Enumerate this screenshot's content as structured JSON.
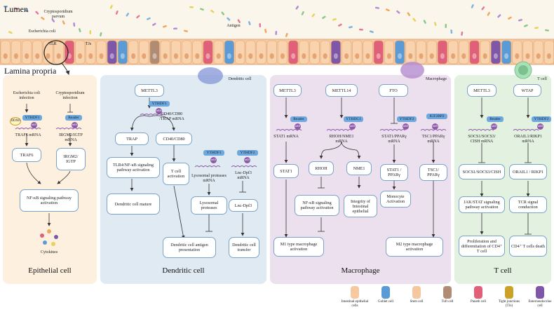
{
  "header": {
    "lumen": "Lumen",
    "lamina": "Lamina propria",
    "crypto": "Cryptosporidium parvum",
    "ecoli": "Escherichia coli",
    "tlr": "TLR",
    "tjs": "TJs",
    "antigen": "Antigen",
    "dendritic_cell": "Dendritic cell",
    "macrophage": "Macrophage",
    "t_cell": "T cell"
  },
  "epithelial": {
    "title": "Epithelial cell",
    "ecoli_inf": "Escherichia coli infection",
    "crypto_inf": "Cryptosporidium infection",
    "ddx6": "DDX6",
    "ythdf1": "YTHDF1",
    "reader": "Reader",
    "traf6_mrna": "TRAF6 mRNA",
    "irgm_mrna": "IRGM2/IGTP mRNA",
    "traf6": "TRAF6",
    "irgm2": "IRGM2/ IGTP",
    "nfkb": "NF-κB signaling pathway activation",
    "cytokines": "Cytokines"
  },
  "dendritic": {
    "title": "Dendritic cell",
    "mettl3": "METTL3",
    "ythdf1": "YTHDF1",
    "cd40_mrna": "CD40/CD80 /TRAP mRNA",
    "trap": "TRAP",
    "cd40": "CD40/CD80",
    "tlr4": "TLR4/NF-κB signaling pathway activation",
    "dc_mature": "Dendritic cell mature",
    "tcell_act": "T cell activation",
    "ythdf1b": "YTHDF1",
    "lyso_mrna": "Lysosomal proteases mRNA",
    "lyso": "Lysosomal proteases",
    "ythdf2": "YTHDF2",
    "lnc_mrna": "Lnc-Dpf3 mRNA",
    "lnc": "Lnc-Dpf3",
    "antigen_pres": "Dendritic cell antigen presentation",
    "transfer": "Dendritic cell transfer"
  },
  "macrophage": {
    "title": "Macrophage",
    "mettl3": "METTL3",
    "mettl14": "METTL14",
    "fto": "FTO",
    "reader": "Reader",
    "ythdc1": "YTHDC1",
    "ythdf2": "YTHDF2",
    "igf2bp2": "IGF2BP2",
    "stat1_mrna": "STAT1 mRNA",
    "rhoh_mrna": "RHOH/NME1 mRNA",
    "stat1_ppar_mrna": "STAT1/PPARγ mRNA",
    "tsc1_mrna": "TSC1/PPARγ mRNA",
    "stat1": "STAT1",
    "rhoh": "RHOH",
    "nme1": "NME1",
    "stat1_ppar": "STAT1 / PPARγ",
    "tsc1": "TSC1/ PPARγ",
    "nfkb": "NF-κB signaling pathway activation",
    "integrity": "Integrity of Intestinal epithelial",
    "monocyte": "Monocyte Activation",
    "m1": "M1 type macrophage activation",
    "m2": "M2 type macrophage activation"
  },
  "tcell": {
    "title": "T cell",
    "mettl3": "METTL3",
    "wtap": "WTAP",
    "reader": "Reader",
    "ythdf2": "YTHDF2",
    "socs_mrna": "SOCS1/SOCS3/ CISH mRNA",
    "orail_mrna": "ORAIL1/RIKP1 mRNA",
    "socs": "SOCS1/SOCS3/CISH",
    "orail": "ORAIL1 / RIKP1",
    "jak": "JAK/STAT signaling pathway activation",
    "tcr": "TCR signal conduction",
    "prolif": "Proliferation and differentiation of CD4⁺ T cell",
    "death": "CD4⁺ T cells death"
  },
  "m6a": "m6A",
  "legend": [
    {
      "label": "Intestinal epithelial cells",
      "color": "#f6c9a0"
    },
    {
      "label": "Goblet cell",
      "color": "#5b9bd5"
    },
    {
      "label": "Stem cell",
      "color": "#f4c7a1"
    },
    {
      "label": "Tuft cell",
      "color": "#b08c74"
    },
    {
      "label": "Paneth cell",
      "color": "#e0607a"
    },
    {
      "label": "Tight junctions (TJs)",
      "color": "#c9a227"
    },
    {
      "label": "Enteroendocrine cell",
      "color": "#7e57a8"
    }
  ]
}
